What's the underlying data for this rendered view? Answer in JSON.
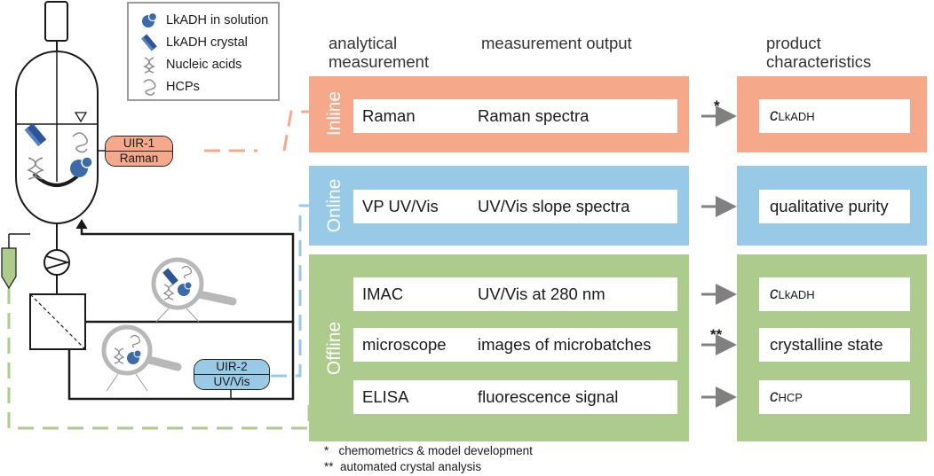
{
  "legend": {
    "items": [
      {
        "label": "LkADH in solution",
        "icon": "lkadh-solution-icon"
      },
      {
        "label": "LkADH crystal",
        "icon": "lkadh-crystal-icon"
      },
      {
        "label": "Nucleic acids",
        "icon": "nucleic-acid-icon"
      },
      {
        "label": "HCPs",
        "icon": "hcp-icon"
      }
    ]
  },
  "headers": {
    "measurement": "analytical\nmeasurement",
    "output": "measurement output",
    "product": "product\ncharacteristics"
  },
  "sensors": {
    "uir1": {
      "id": "UIR-1",
      "type": "Raman"
    },
    "uir2": {
      "id": "UIR-2",
      "type": "UV/Vis"
    }
  },
  "bands": {
    "inline": {
      "label": "Inline",
      "color": "#f6a98a"
    },
    "online": {
      "label": "Online",
      "color": "#98c9e6"
    },
    "offline": {
      "label": "Offline",
      "color": "#aecb8e"
    }
  },
  "rows": [
    {
      "measurement": "Raman",
      "output": "Raman spectra",
      "mark": "*",
      "product_sym": "c",
      "product_sub": "LkADH",
      "product_text": ""
    },
    {
      "measurement": "VP UV/Vis",
      "output": "UV/Vis slope spectra",
      "mark": "",
      "product_sym": "",
      "product_sub": "",
      "product_text": "qualitative purity"
    },
    {
      "measurement": "IMAC",
      "output": "UV/Vis at 280 nm",
      "mark": "",
      "product_sym": "c",
      "product_sub": "LkADH",
      "product_text": ""
    },
    {
      "measurement": "microscope",
      "output": "images of microbatches",
      "mark": "**",
      "product_sym": "",
      "product_sub": "",
      "product_text": "crystalline state"
    },
    {
      "measurement": "ELISA",
      "output": "fluorescence signal",
      "mark": "",
      "product_sym": "c",
      "product_sub": "HCP",
      "product_text": ""
    }
  ],
  "footnotes": [
    {
      "mark": "*",
      "text": "chemometrics & model development"
    },
    {
      "mark": "**",
      "text": "automated crystal analysis"
    }
  ],
  "colors": {
    "inline": "#f6a98a",
    "online": "#98c9e6",
    "offline": "#aecb8e",
    "arrow": "#808080",
    "vessel": "#1a1a1a",
    "protein": "#3d6aa8",
    "magnifier": "#b8b8b8"
  }
}
